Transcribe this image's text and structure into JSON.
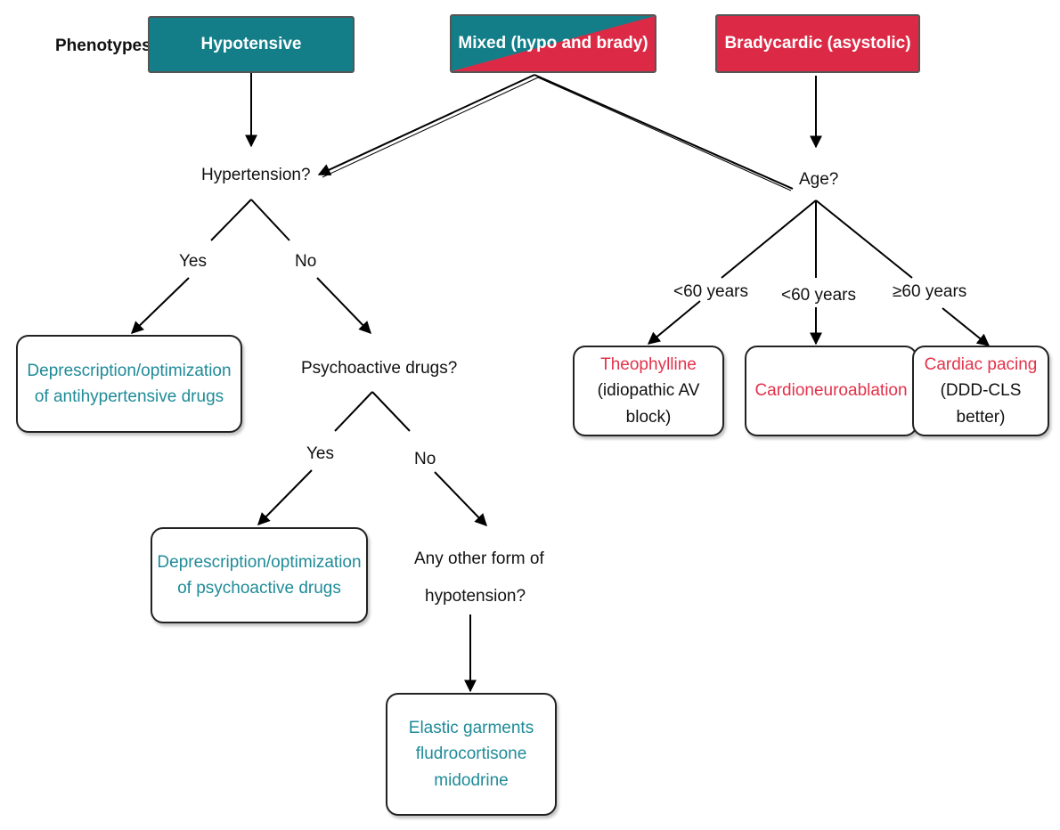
{
  "header_label": "Phenotypes",
  "phenotypes": {
    "hypotensive": "Hypotensive",
    "mixed": "Mixed (hypo and brady)",
    "bradycardic": "Bradycardic (asystolic)"
  },
  "colors": {
    "teal": "#137e88",
    "red": "#dc2a46",
    "teal_text": "#1f8b98",
    "red_text": "#e2324a"
  },
  "questions": {
    "hypertension": "Hypertension?",
    "psychoactive": "Psychoactive drugs?",
    "other_form_line1": "Any other form of",
    "other_form_line2": "hypotension?",
    "age": "Age?"
  },
  "branches": {
    "yes1": "Yes",
    "no1": "No",
    "yes2": "Yes",
    "no2": "No",
    "age_lt60_a": "<60  years",
    "age_lt60_b": "<60  years",
    "age_ge60": "≥60  years"
  },
  "outcomes": {
    "deprescribe_antihypertensive": [
      "Deprescription/optimization",
      "of antihypertensive drugs"
    ],
    "deprescribe_psychoactive": [
      "Deprescription/optimization",
      "of psychoactive drugs"
    ],
    "elastic": [
      "Elastic garments",
      "fludrocortisone",
      "midodrine"
    ],
    "theophylline": {
      "title": "Theophylline",
      "note": "(idiopathic AV block)"
    },
    "cardioneuroablation": "Cardioneuroablation",
    "pacing": {
      "title": "Cardiac pacing",
      "note": "(DDD-CLS better)"
    }
  }
}
